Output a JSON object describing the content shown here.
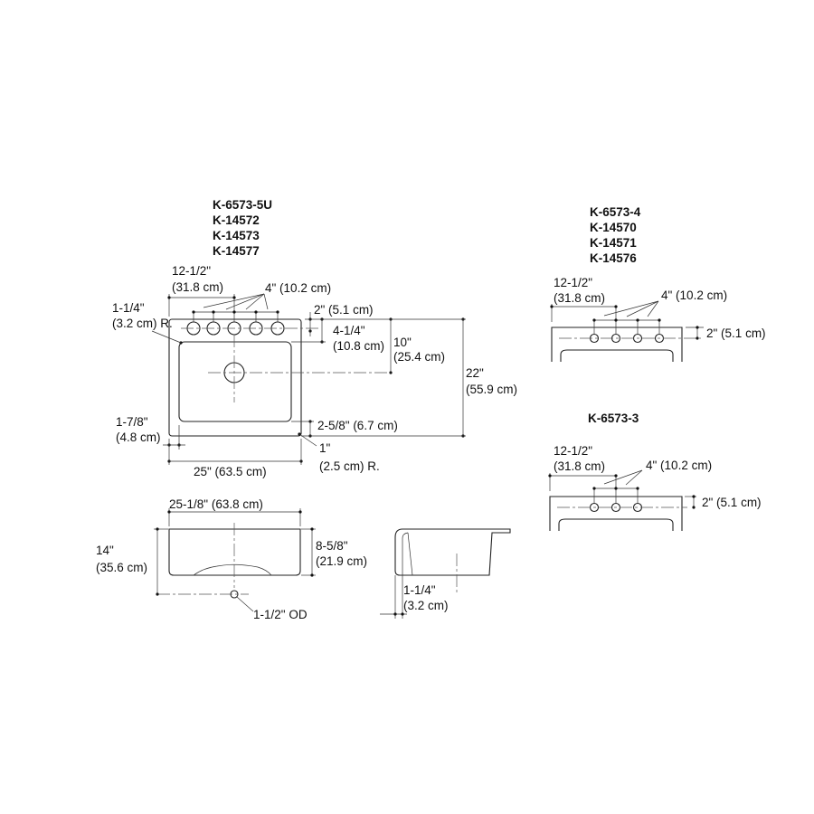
{
  "left_models": [
    "K-6573-5U",
    "K-14572",
    "K-14573",
    "K-14577"
  ],
  "right_models_4": [
    "K-6573-4",
    "K-14570",
    "K-14571",
    "K-14576"
  ],
  "right_model_3": "K-6573-3",
  "top_view": {
    "hole_offset": [
      "12-1/2\"",
      "(31.8 cm)"
    ],
    "hole_spacing": "4\" (10.2 cm)",
    "corner_radius": [
      "1-1/4\"",
      "(3.2 cm) R."
    ],
    "hole_edge": "2\" (5.1 cm)",
    "basin_edge": [
      "4-1/4\"",
      "(10.8 cm)"
    ],
    "drain_offset": [
      "10\"",
      "(25.4 cm)"
    ],
    "depth": [
      "22\"",
      "(55.9 cm)"
    ],
    "side_rim": [
      "1-7/8\"",
      "(4.8 cm)"
    ],
    "front_rim": "2-5/8\" (6.7 cm)",
    "basin_radius": [
      "1\"",
      "(2.5 cm) R."
    ],
    "width": "25\" (63.5 cm)"
  },
  "front_view": {
    "width": "25-1/8\" (63.8 cm)",
    "height": [
      "14\"",
      "(35.6 cm)"
    ],
    "bowl_depth": [
      "8-5/8\"",
      "(21.9 cm)"
    ],
    "drain_od": "1-1/2\" OD"
  },
  "side_view": {
    "apron": [
      "1-1/4\"",
      "(3.2 cm)"
    ]
  },
  "view_4": {
    "hole_offset": [
      "12-1/2\"",
      "(31.8 cm)"
    ],
    "hole_spacing": "4\" (10.2 cm)",
    "hole_edge": "2\" (5.1 cm)"
  },
  "view_3": {
    "hole_offset": [
      "12-1/2\"",
      "(31.8 cm)"
    ],
    "hole_spacing": "4\" (10.2 cm)",
    "hole_edge": "2\" (5.1 cm)"
  }
}
